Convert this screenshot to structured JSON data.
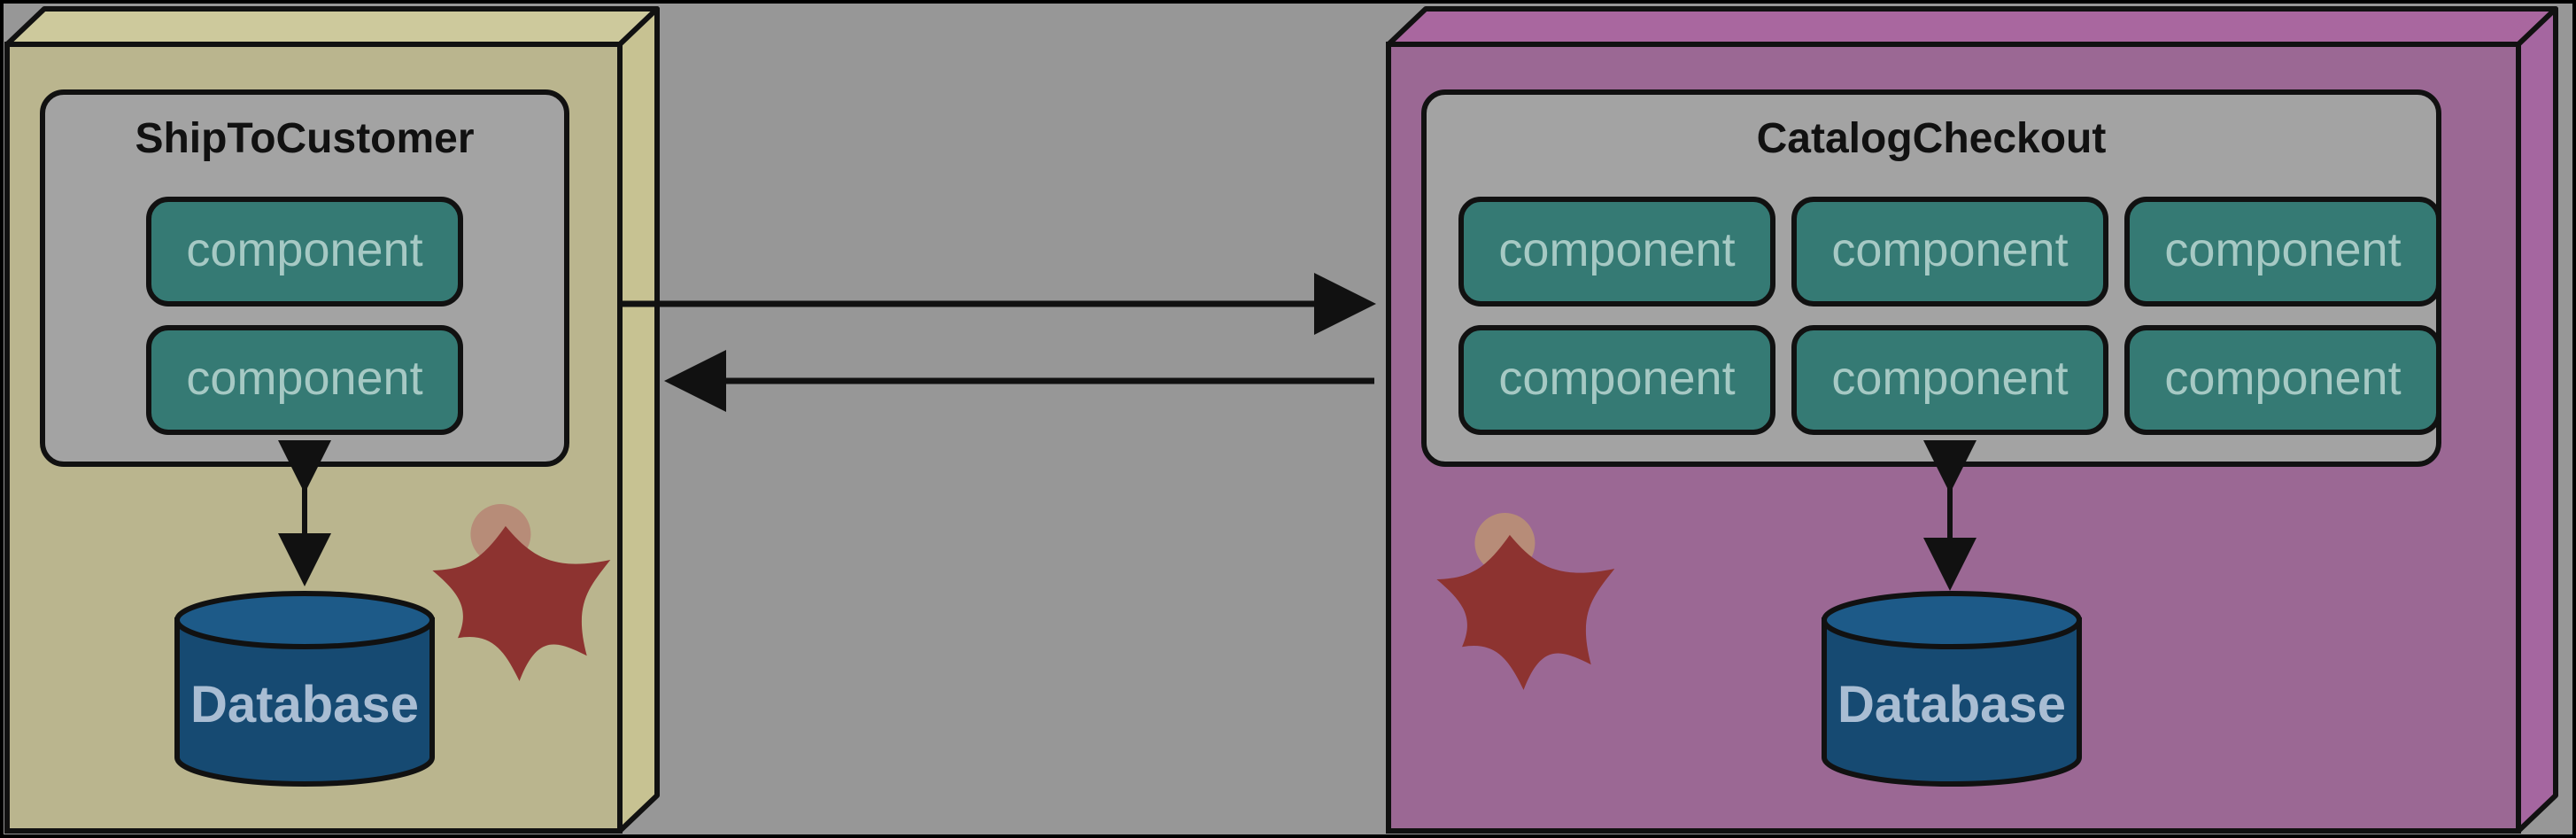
{
  "colors": {
    "frame": "#000000",
    "background": "#979797",
    "left_box_front": "#bab58e",
    "left_box_side": "#cdc99c",
    "right_box_front": "#9b6894",
    "right_box_side": "#a9679f",
    "panel": "#a3a3a3",
    "component_fill": "#357a74",
    "component_text": "#a6c9c4",
    "database_fill": "#164a72",
    "database_text": "#a9bdd3",
    "splat_red": "#8d3330",
    "splat_head": "#b78c78",
    "arrow": "#111111"
  },
  "services": [
    {
      "title": "ShipToCustomer",
      "components": [
        "component",
        "component"
      ],
      "database": "Database",
      "badge_icon": "starfish-icon"
    },
    {
      "title": "CatalogCheckout",
      "components": [
        "component",
        "component",
        "component",
        "component",
        "component",
        "component"
      ],
      "database": "Database",
      "badge_icon": "starfish-icon"
    }
  ],
  "connections": [
    {
      "from": "ShipToCustomer",
      "to": "CatalogCheckout"
    },
    {
      "from": "CatalogCheckout",
      "to": "ShipToCustomer"
    }
  ]
}
